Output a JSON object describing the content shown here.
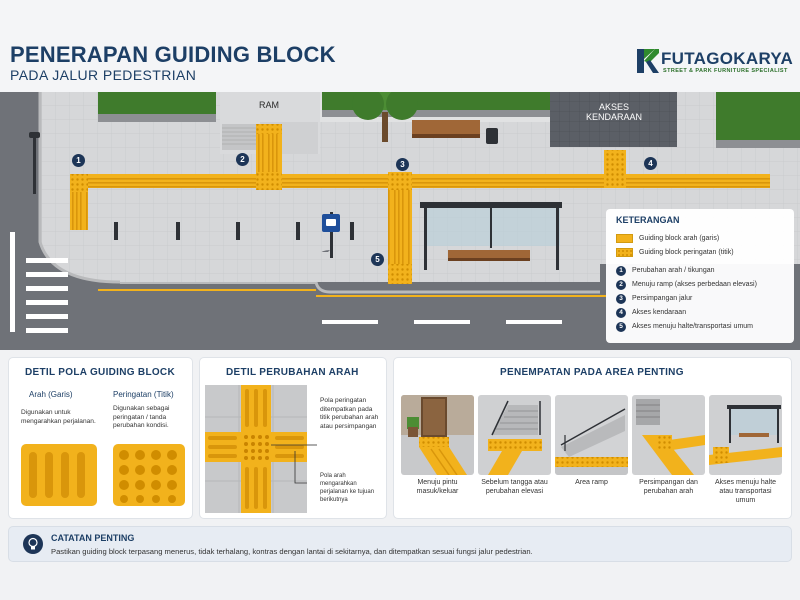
{
  "header": {
    "title": "PENERAPAN GUIDING BLOCK",
    "subtitle": "PADA JALUR PEDESTRIAN",
    "logo_text": "FUTAGOKARYA",
    "logo_tagline": "STREET & PARK FURNITURE SPECIALIST"
  },
  "scene": {
    "label_ram": "RAM",
    "label_akses": "AKSES",
    "label_kendaraan": "KENDARAAN",
    "markers": [
      "1",
      "2",
      "3",
      "4",
      "5"
    ]
  },
  "legend": {
    "title": "KETERANGAN",
    "swatches": [
      {
        "label": "Guiding block arah (garis)"
      },
      {
        "label": "Guiding block peringatan (titik)"
      }
    ],
    "items": [
      {
        "num": "1",
        "label": "Perubahan arah / tikungan"
      },
      {
        "num": "2",
        "label": "Menuju ramp (akses perbedaan elevasi)"
      },
      {
        "num": "3",
        "label": "Persimpangan jalur"
      },
      {
        "num": "4",
        "label": "Akses kendaraan"
      },
      {
        "num": "5",
        "label": "Akses menuju halte/transportasi umum"
      }
    ],
    "colors": {
      "guide": "#f2b21c",
      "marker": "#1d3557"
    }
  },
  "panel_pola": {
    "title": "DETIL POLA GUIDING BLOCK",
    "arah_title": "Arah (Garis)",
    "arah_desc": "Digunakan untuk mengarahkan perjalanan.",
    "peringatan_title": "Peringatan (Titik)",
    "peringatan_desc": "Digunakan sebagai peringatan / tanda perubahan kondisi."
  },
  "panel_arah": {
    "title": "DETIL PERUBAHAN ARAH",
    "note_titik": "Pola peringatan ditempatkan pada titik perubahan arah atau persimpangan",
    "note_arah": "Pola arah mengarahkan perjalanan ke tujuan berikutnya"
  },
  "panel_penempatan": {
    "title": "PENEMPATAN PADA AREA PENTING",
    "items": [
      {
        "label": "Menuju pintu masuk/keluar"
      },
      {
        "label": "Sebelum tangga atau perubahan elevasi"
      },
      {
        "label": "Area ramp"
      },
      {
        "label": "Persimpangan dan perubahan arah"
      },
      {
        "label": "Akses menuju halte atau transportasi umum"
      }
    ]
  },
  "note": {
    "title": "CATATAN PENTING",
    "text": "Pastikan guiding block terpasang menerus, tidak terhalang, kontras dengan lantai di sekitarnya, dan ditempatkan sesuai fungsi jalur pedestrian."
  }
}
